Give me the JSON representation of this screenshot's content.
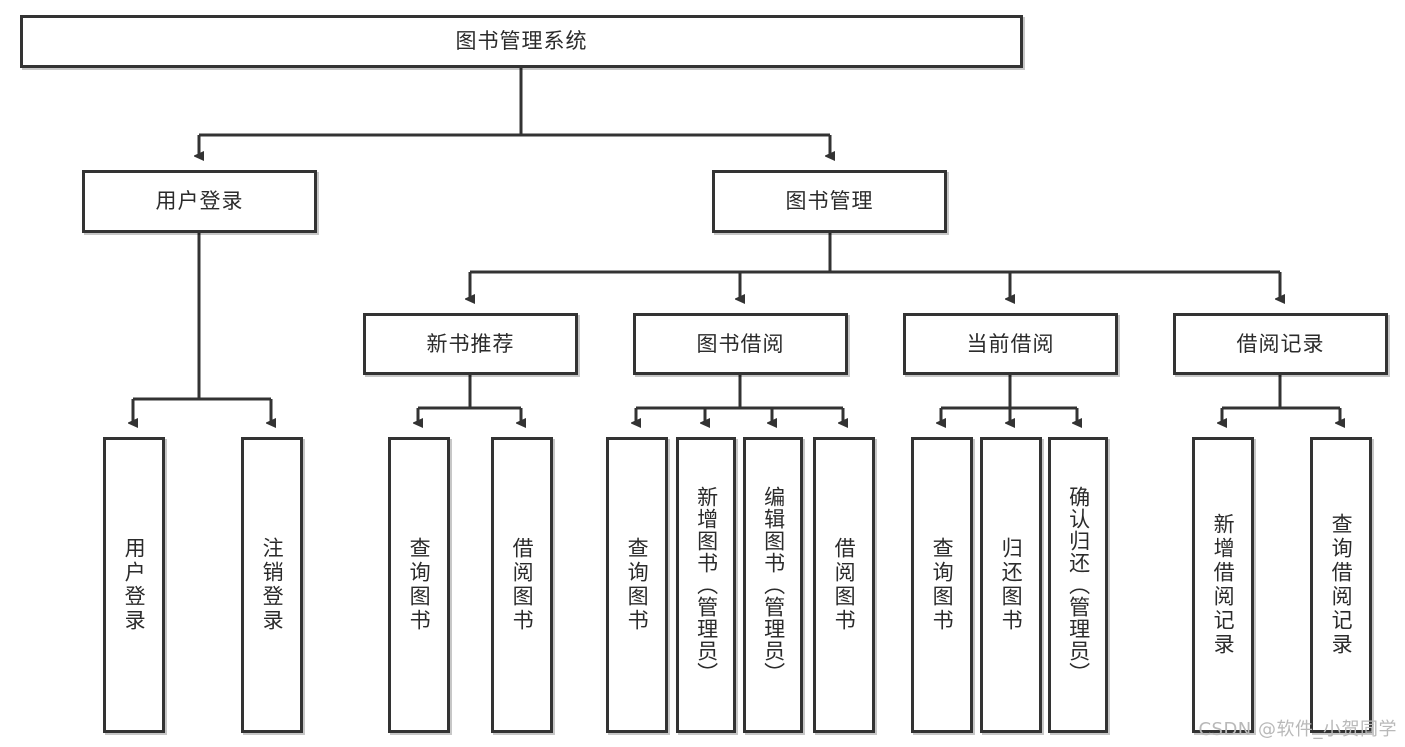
{
  "diagram": {
    "title": "图书管理系统",
    "type": "hierarchy-tree",
    "watermark": "CSDN @软件_小贺同学",
    "colors": {
      "box_border": "#333333",
      "box_fill": "#ffffff",
      "line": "#333333",
      "text": "#2b2b2b",
      "watermark": "#b9b9b9",
      "background": "#ffffff"
    },
    "levels": {
      "root": {
        "label": "图书管理系统"
      },
      "level2": [
        {
          "label": "用户登录"
        },
        {
          "label": "图书管理"
        }
      ],
      "level3": [
        {
          "label": "新书推荐"
        },
        {
          "label": "图书借阅"
        },
        {
          "label": "当前借阅"
        },
        {
          "label": "借阅记录"
        }
      ],
      "leaves": {
        "user_login": [
          {
            "label": "用户登录"
          },
          {
            "label": "注销登录"
          }
        ],
        "new_book_recommend": [
          {
            "label": "查询图书"
          },
          {
            "label": "借阅图书"
          }
        ],
        "book_borrow": [
          {
            "label": "查询图书"
          },
          {
            "label": "新增图书（管理员）"
          },
          {
            "label": "编辑图书（管理员）"
          },
          {
            "label": "借阅图书"
          }
        ],
        "current_borrow": [
          {
            "label": "查询图书"
          },
          {
            "label": "归还图书"
          },
          {
            "label": "确认归还（管理员）"
          }
        ],
        "borrow_record": [
          {
            "label": "新增借阅记录"
          },
          {
            "label": "查询借阅记录"
          }
        ]
      }
    }
  }
}
